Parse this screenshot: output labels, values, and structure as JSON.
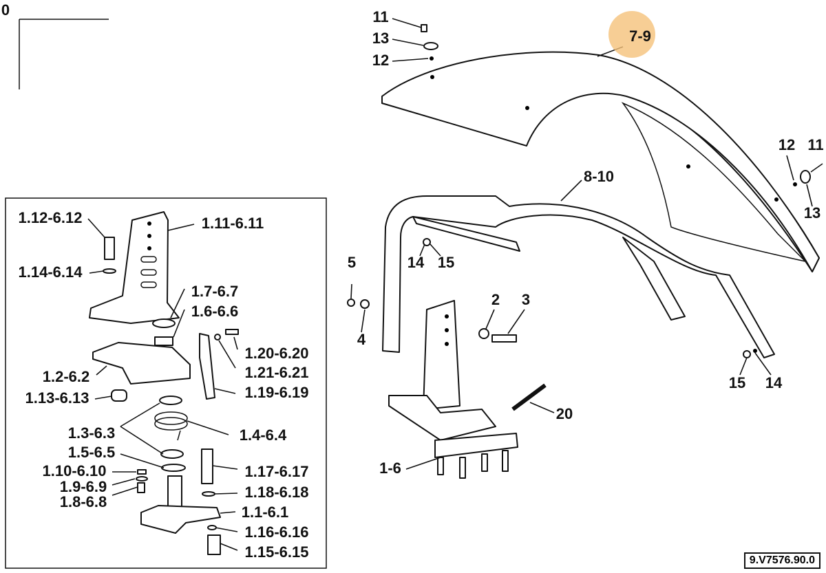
{
  "origin_label": "0",
  "highlight_color": "#f5c27a",
  "main_callouts": {
    "c11a": "11",
    "c13a": "13",
    "c12a": "12",
    "c79": "7-9",
    "c810": "8-10",
    "c12b": "12",
    "c11b": "11",
    "c13b": "13",
    "c5": "5",
    "c14a": "14",
    "c15a": "15",
    "c4": "4",
    "c2": "2",
    "c3": "3",
    "c20": "20",
    "c15b": "15",
    "c14b": "14",
    "c16": "1-6"
  },
  "inset_callouts": {
    "a": "1.12-6.12",
    "b": "1.11-6.11",
    "c": "1.14-6.14",
    "d": "1.7-6.7",
    "e": "1.6-6.6",
    "f": "1.20-6.20",
    "g": "1.21-6.21",
    "h": "1.2-6.2",
    "i": "1.19-6.19",
    "j": "1.13-6.13",
    "k": "1.3-6.3",
    "l": "1.4-6.4",
    "m": "1.5-6.5",
    "n": "1.10-6.10",
    "o": "1.17-6.17",
    "p": "1.9-6.9",
    "q": "1.18-6.18",
    "r": "1.8-6.8",
    "s": "1.1-6.1",
    "t": "1.16-6.16",
    "u": "1.15-6.15"
  },
  "drawing_code": "9.V7576.90.0"
}
